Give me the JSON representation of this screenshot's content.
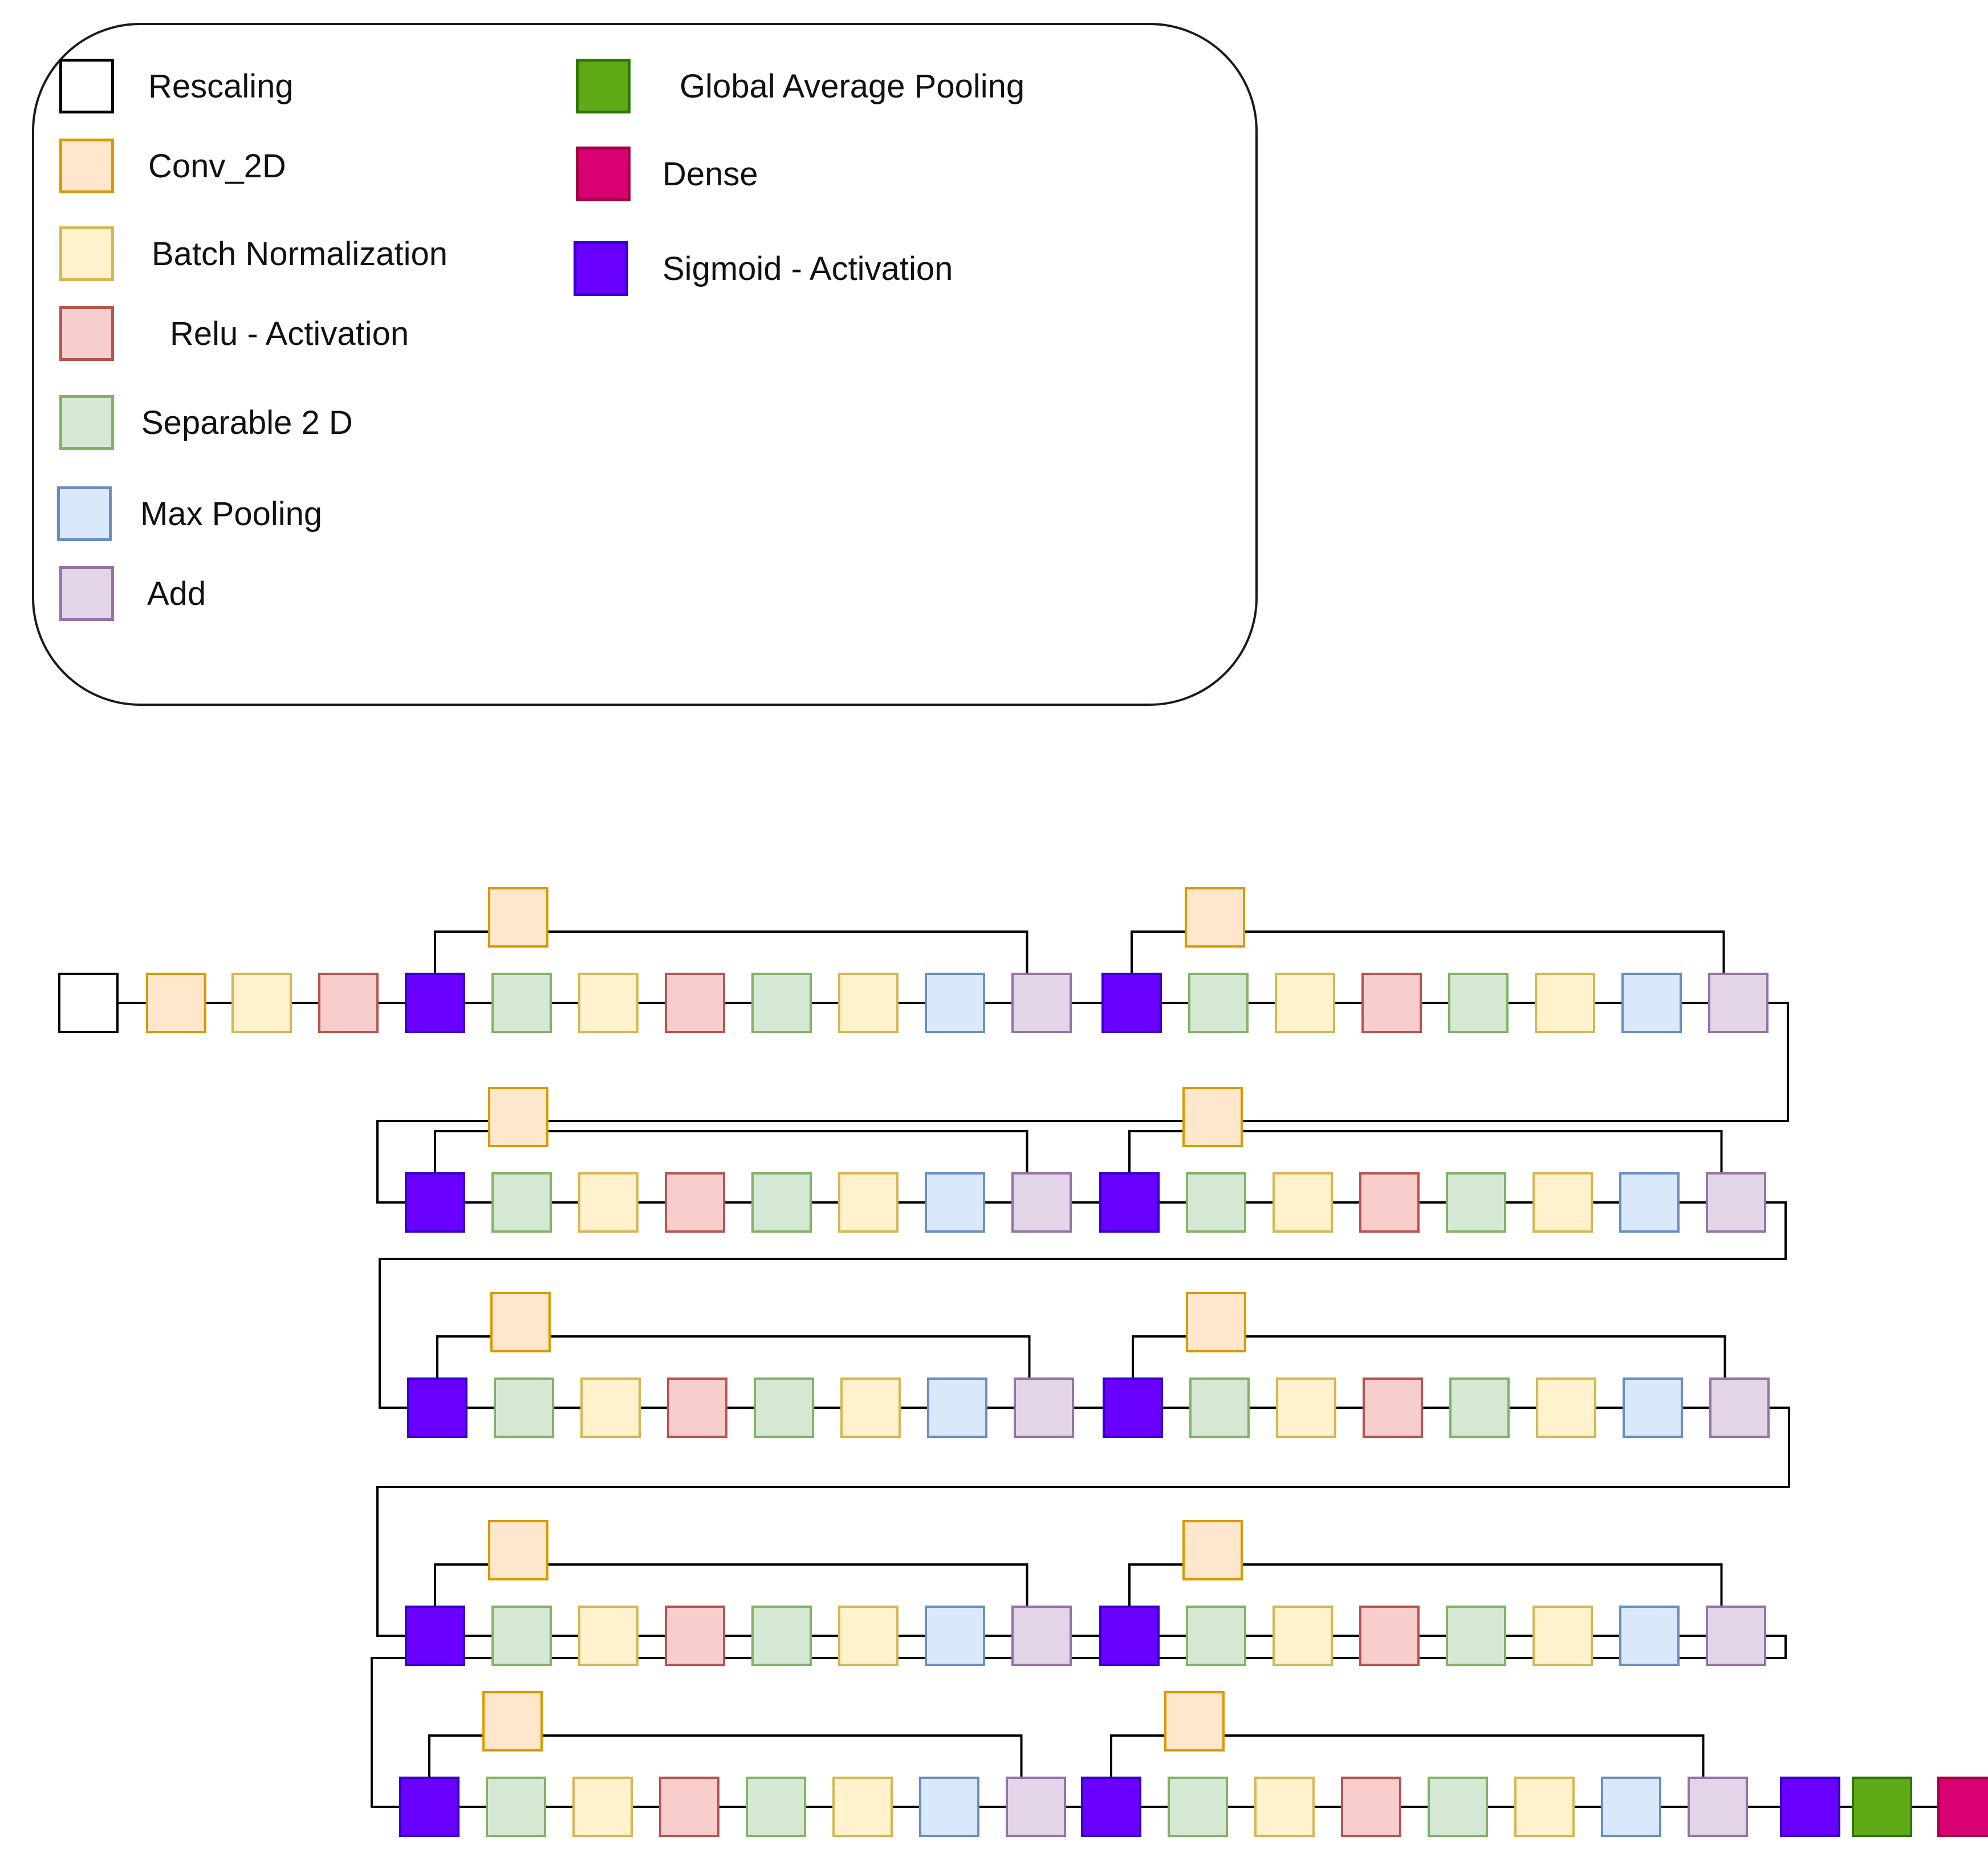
{
  "legend": {
    "items": [
      {
        "id": "rescaling",
        "label": "Rescaling",
        "fill": "#ffffff",
        "stroke": "#000000"
      },
      {
        "id": "conv2d",
        "label": "Conv_2D",
        "fill": "#ffe6cc",
        "stroke": "#d79b00"
      },
      {
        "id": "batchnorm",
        "label": "Batch Normalization",
        "fill": "#fff2cc",
        "stroke": "#d6b656"
      },
      {
        "id": "relu",
        "label": "Relu - Activation",
        "fill": "#f8cecc",
        "stroke": "#b85450"
      },
      {
        "id": "separable",
        "label": "Separable 2 D",
        "fill": "#d5e8d4",
        "stroke": "#82b366"
      },
      {
        "id": "maxpool",
        "label": "Max Pooling",
        "fill": "#dae8fc",
        "stroke": "#6c8ebf"
      },
      {
        "id": "add",
        "label": "Add",
        "fill": "#e1d5e7",
        "stroke": "#9673a6"
      },
      {
        "id": "gap",
        "label": "Global Average Pooling",
        "fill": "#60a917",
        "stroke": "#2d7600"
      },
      {
        "id": "dense",
        "label": "Dense",
        "fill": "#d80073",
        "stroke": "#a50040"
      },
      {
        "id": "sigmoid",
        "label": "Sigmoid - Activation",
        "fill": "#6a00ff",
        "stroke": "#3700cc"
      }
    ]
  },
  "architecture": {
    "stem": [
      "rescaling",
      "conv2d",
      "batchnorm",
      "relu"
    ],
    "block_layers": [
      "sigmoid",
      "separable",
      "batchnorm",
      "relu",
      "separable",
      "batchnorm",
      "maxpool",
      "add"
    ],
    "block_skip": "conv2d",
    "block_count": 10,
    "head": [
      "sigmoid",
      "gap",
      "dense"
    ]
  }
}
